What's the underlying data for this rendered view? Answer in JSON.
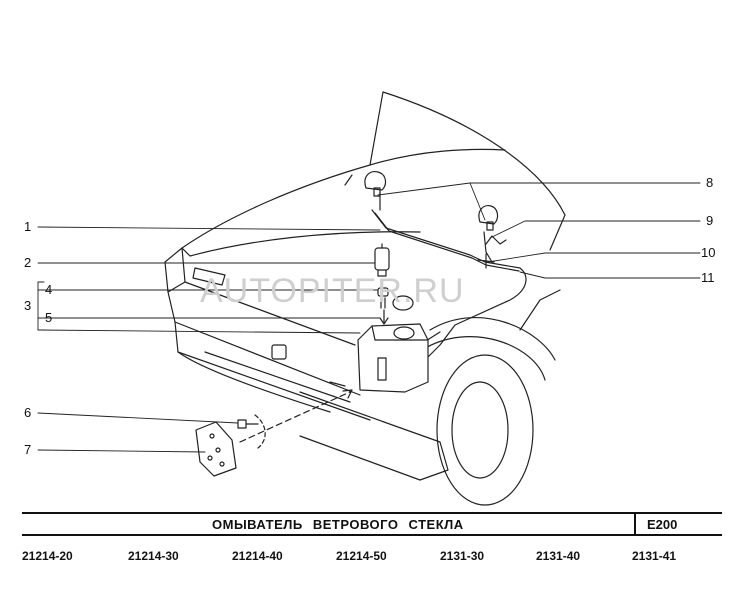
{
  "callouts": [
    "1",
    "2",
    "3",
    "4",
    "5",
    "6",
    "7",
    "8",
    "9",
    "10",
    "11"
  ],
  "watermark": "AUTOPITER.RU",
  "title": "ОМЫВАТЕЛЬ  ВЕТРОВОГО  СТЕКЛА",
  "code": "E200",
  "models": [
    "21214-20",
    "21214-30",
    "21214-40",
    "21214-50",
    "2131-30",
    "2131-40",
    "2131-41"
  ]
}
